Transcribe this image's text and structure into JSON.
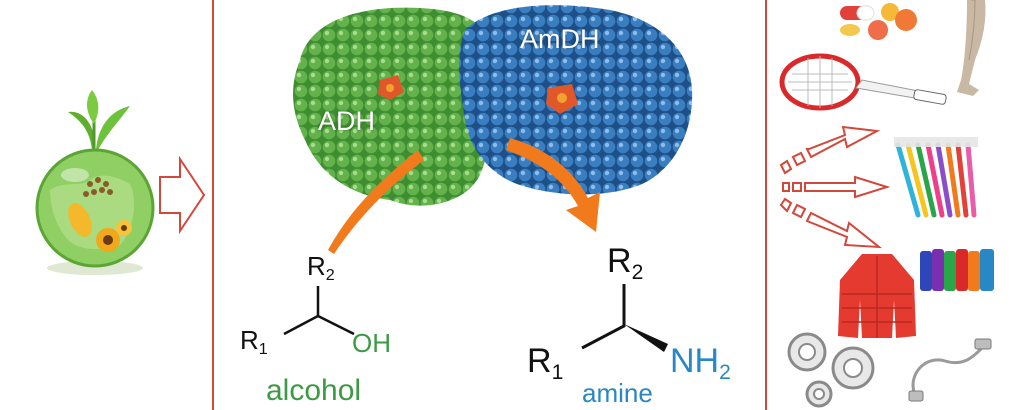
{
  "colors": {
    "panel_border": "#d4473b",
    "adh_green": "#4a9a3a",
    "amdh_blue": "#2f6fb0",
    "flow_arrow": "#f07a1c",
    "alcohol_text": "#3c9a45",
    "amine_text": "#2a87c6",
    "hollow_arrow_outline": "#d4473b"
  },
  "enzymes": {
    "adh_label": "ADH",
    "amdh_label": "AmDH"
  },
  "alcohol": {
    "r_top": "R",
    "r_top_sub": "2",
    "r_left": "R",
    "r_left_sub": "1",
    "oh": "OH",
    "name": "alcohol"
  },
  "amine": {
    "r_top": "R",
    "r_top_sub": "2",
    "r_left": "R",
    "r_left_sub": "1",
    "nh": "NH",
    "nh_sub": "2",
    "name": "amine"
  },
  "icons": {
    "biomass": "green-earth-biomass-icon",
    "products": [
      "pills-icon",
      "tights-icon",
      "tennis-racket-icon",
      "toothbrushes-icon",
      "thread-spools-icon",
      "jacket-icon",
      "bearings-icon",
      "usb-cable-icon"
    ]
  }
}
